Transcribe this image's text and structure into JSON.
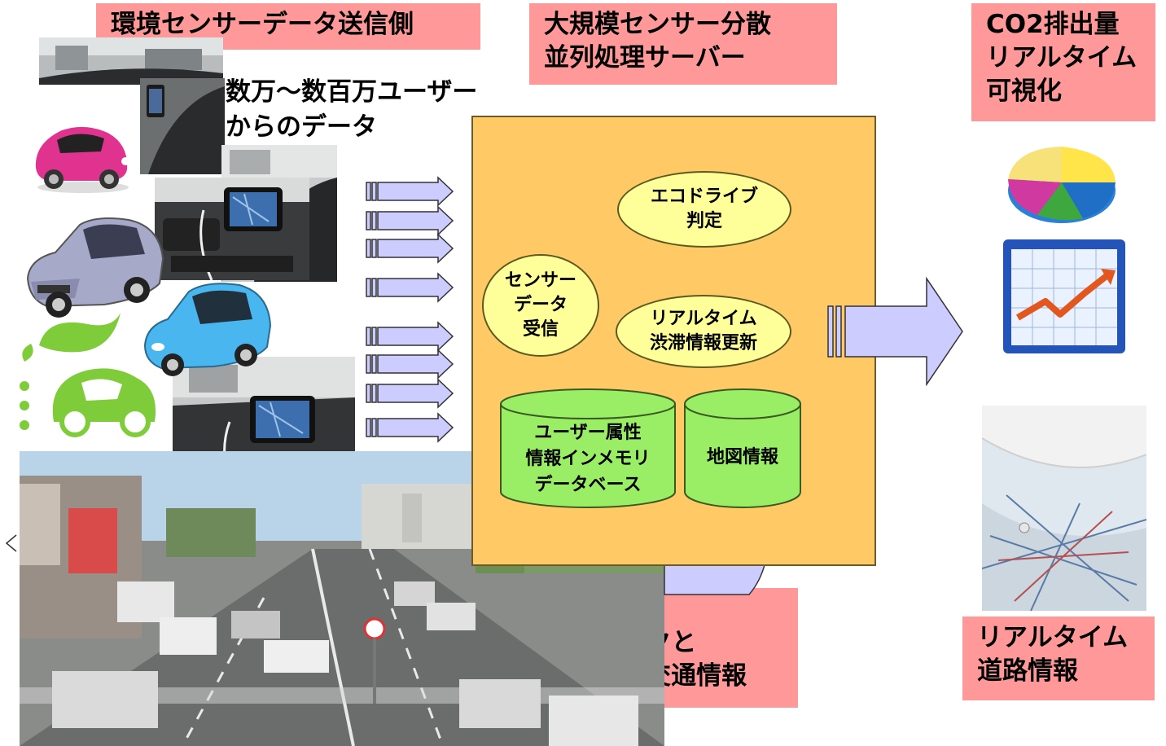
{
  "labels": {
    "sender_side": "環境センサーデータ送信側",
    "server_title": "大規模センサー分散\n並列処理サーバー",
    "co2_visual": "CO2排出量\nリアルタイム\n可視化",
    "users_data": "数万～数百万ユーザー\nからのデータ",
    "feedback": "エコドライブ\nフィードバックと\nリアルタイム交通情報",
    "road_info": "リアルタイム\n道路情報"
  },
  "server": {
    "sensor_receive": "センサー\nデータ\n受信",
    "ecodrive_judge": "エコドライブ\n判定",
    "congestion_update": "リアルタイム\n渋滞情報更新",
    "user_db": "ユーザー属性\n情報インメモリ\nデータベース",
    "map_info": "地図情報"
  },
  "icons": {
    "pink_car": "pink-car-icon",
    "silver_car": "silver-car-icon",
    "blue_car": "blue-car-icon",
    "eco_car": "eco-car-icon",
    "pie_chart": "pie-chart-icon",
    "line_chart": "line-chart-icon",
    "map_photo": "map-photo",
    "street_photo": "street-photo",
    "dashboard_photo": "dashboard-phone-photo"
  },
  "colors": {
    "label_bg": "#ff9999",
    "server_bg": "#ffc966",
    "process_ellipse": "#ffff99",
    "db_cylinder": "#99ee66",
    "arrow_fill": "#ccccff"
  }
}
